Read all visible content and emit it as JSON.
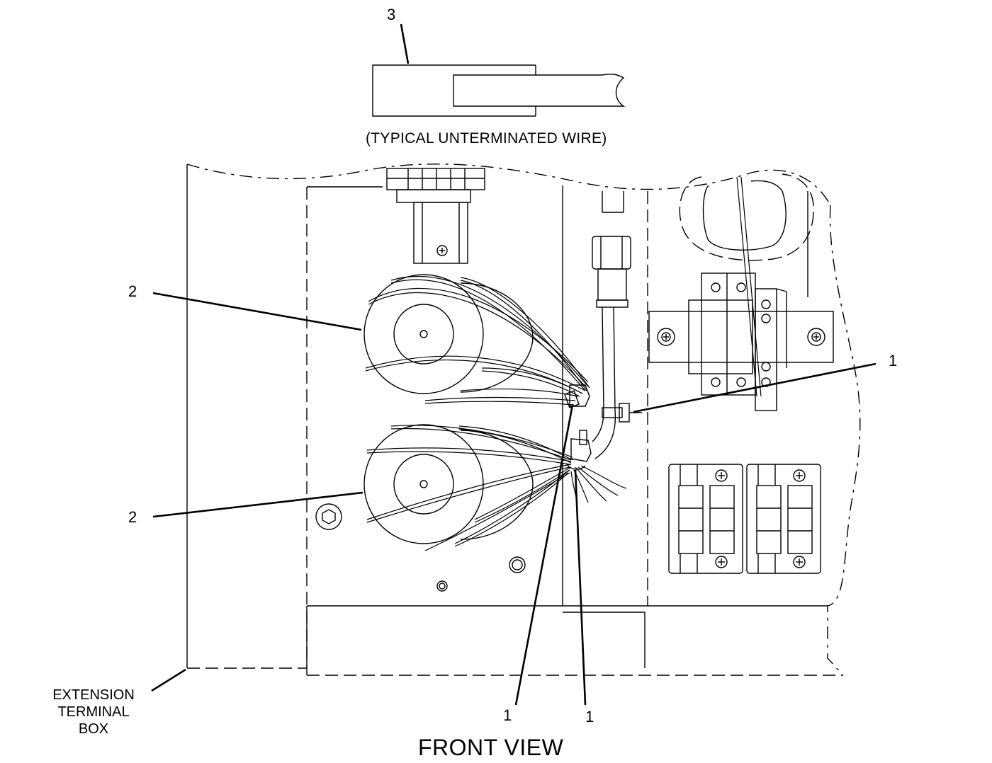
{
  "callouts": {
    "item_3": "3",
    "item_2_upper": "2",
    "item_2_lower": "2",
    "item_1_right": "1",
    "item_1_bottom_left": "1",
    "item_1_bottom_right": "1"
  },
  "detail_caption": "(TYPICAL UNTERMINATED WIRE)",
  "box_label": {
    "line1": "EXTENSION",
    "line2": "TERMINAL",
    "line3": "BOX"
  },
  "view_title": "FRONT VIEW",
  "colors": {
    "line": "#000000",
    "background": "#ffffff"
  }
}
